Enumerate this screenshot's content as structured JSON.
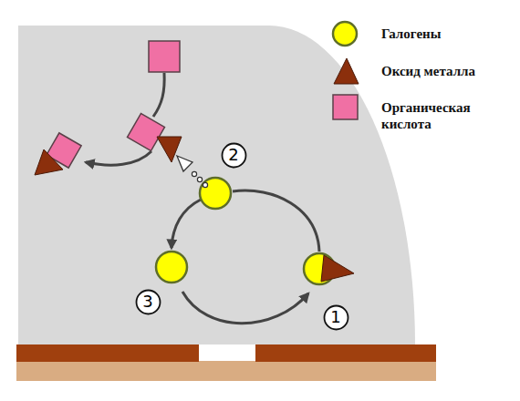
{
  "diagram": {
    "nodes": [
      {
        "text": [
          "2"
        ]
      },
      {
        "text": [
          "3"
        ]
      },
      {
        "text": [
          "1"
        ]
      }
    ],
    "legend": [
      {
        "text": "Галогены"
      },
      {
        "text": "Оксид металла"
      },
      {
        "text": "Органическая кислота"
      }
    ]
  }
}
